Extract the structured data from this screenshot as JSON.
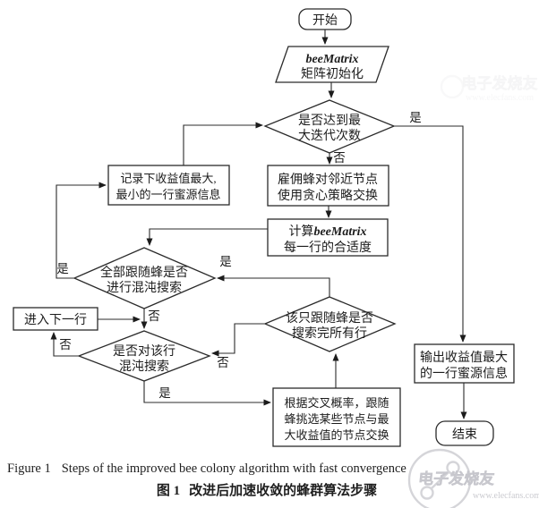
{
  "flowchart": {
    "labels": {
      "yes": "是",
      "no": "否"
    },
    "nodes": {
      "start": {
        "label": "开始"
      },
      "init": {
        "title": "beeMatrix",
        "line2": "矩阵初始化"
      },
      "max_iter_decision": {
        "line1": "是否达到最",
        "line2": "大迭代次数"
      },
      "employed": {
        "line1": "雇佣蜂对邻近节点",
        "line2": "使用贪心策略交换"
      },
      "fitness": {
        "line1_prefix": "计算",
        "line1_word": "beeMatrix",
        "line2": "每一行的合适度"
      },
      "record": {
        "line1": "记录下收益值最大,",
        "line2": "最小的一行蜜源信息"
      },
      "all_followers_decision": {
        "line1": "全部跟随蜂是否",
        "line2": "进行混沌搜索"
      },
      "next_row": {
        "label": "进入下一行"
      },
      "row_chaos_decision": {
        "line1": "是否对该行",
        "line2": "混沌搜索"
      },
      "bee_done_decision": {
        "line1": "该只跟随蜂是否",
        "line2": "搜索完所有行"
      },
      "crossover": {
        "line1": "根据交叉概率，跟随",
        "line2": "蜂挑选某些节点与最",
        "line3": "大收益值的节点交换"
      },
      "output": {
        "line1": "输出收益值最大",
        "line2": "的一行蜜源信息"
      },
      "end": {
        "label": "结束"
      }
    }
  },
  "caption": {
    "fig_en_label": "Figure 1",
    "fig_en_text": "Steps of the improved bee colony algorithm with fast convergence",
    "fig_zh_label": "图 1",
    "fig_zh_text": "改进后加速收敛的蜂群算法步骤"
  },
  "watermark": {
    "brand": "电子发烧友",
    "url": "www.elecfans.com"
  },
  "colors": {
    "stroke": "#2b2b2b",
    "background": "#ffffff",
    "watermark_gray": "#d5d5d9"
  }
}
